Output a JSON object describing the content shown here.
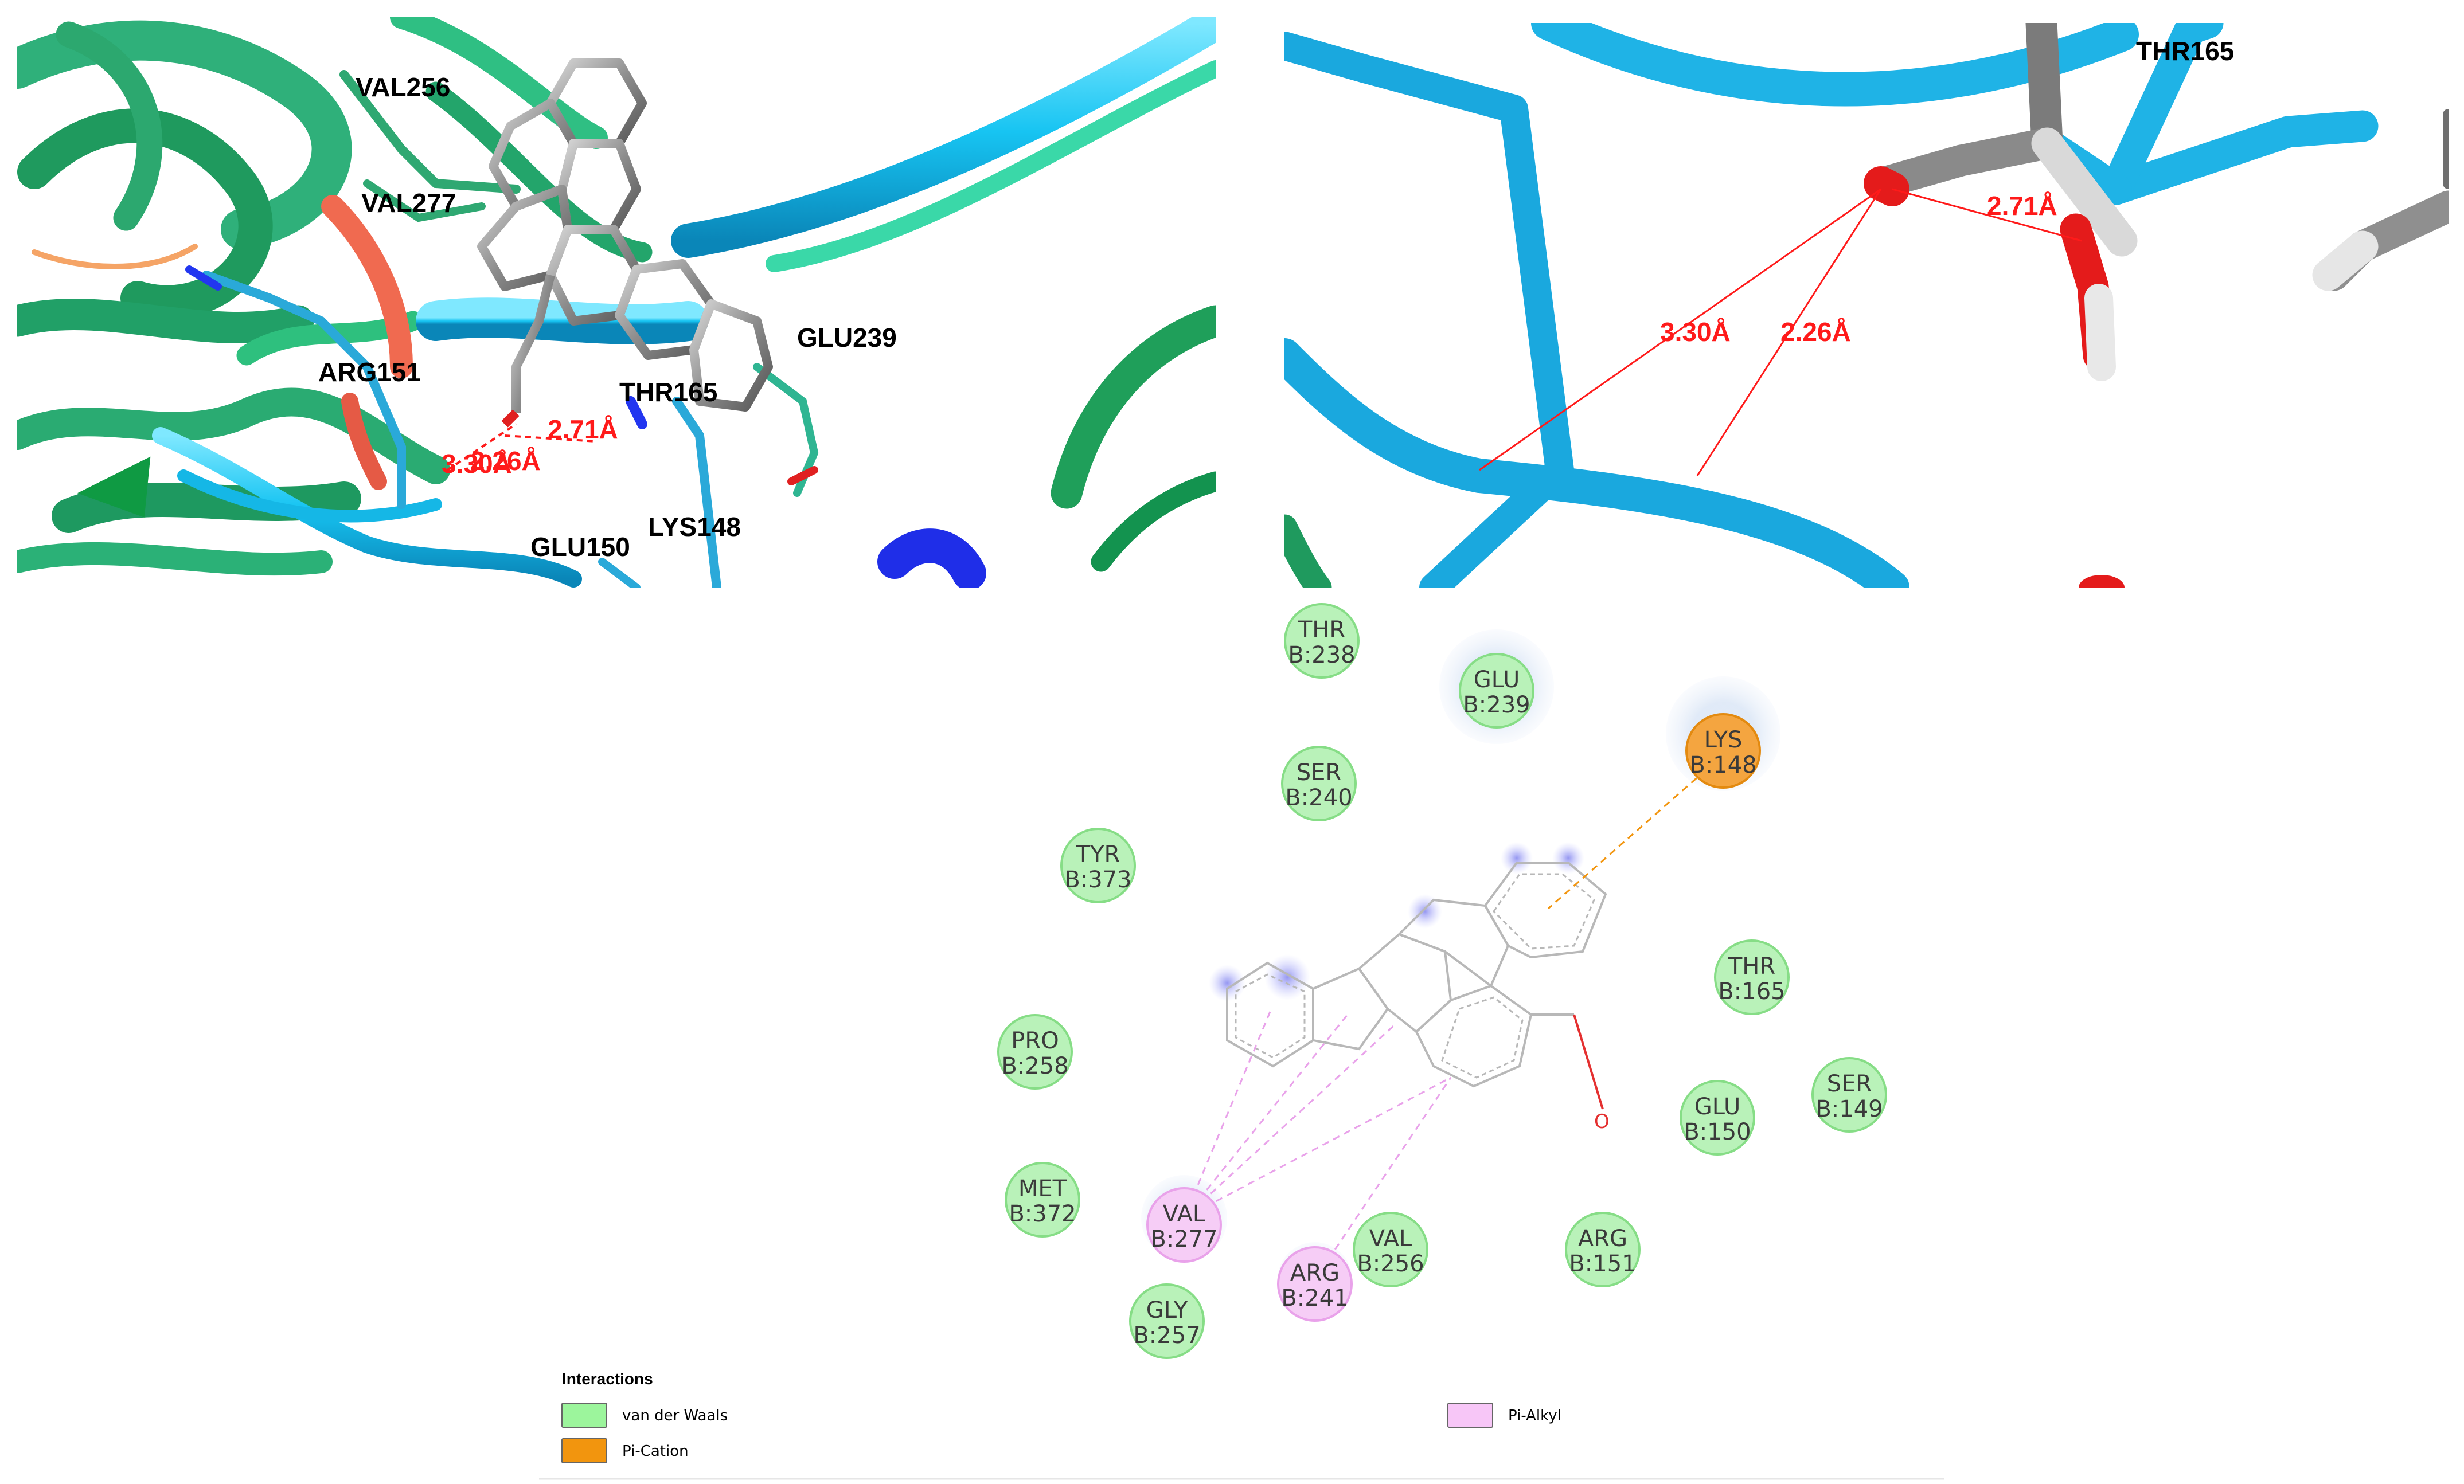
{
  "panel_a": {
    "residue_labels": [
      {
        "id": "val256",
        "text": "VAL256"
      },
      {
        "id": "val277",
        "text": "VAL277"
      },
      {
        "id": "arg151",
        "text": "ARG151"
      },
      {
        "id": "glu239",
        "text": "GLU239"
      },
      {
        "id": "thr165",
        "text": "THR165"
      },
      {
        "id": "lys148",
        "text": "LYS148"
      },
      {
        "id": "glu150",
        "text": "GLU150"
      }
    ],
    "distances": [
      "3.30Å",
      "2.26Å",
      "2.71Å"
    ]
  },
  "panel_b": {
    "residue_label": "THR165",
    "distances": [
      "2.71Å",
      "3.30Å",
      "2.26Å"
    ]
  },
  "interaction_map": {
    "residues": [
      {
        "id": "thr238",
        "name": "THR",
        "chain": "B:238",
        "type": "van der Waals"
      },
      {
        "id": "glu239",
        "name": "GLU",
        "chain": "B:239",
        "type": "van der Waals"
      },
      {
        "id": "lys148",
        "name": "LYS",
        "chain": "B:148",
        "type": "Pi-Cation"
      },
      {
        "id": "ser240",
        "name": "SER",
        "chain": "B:240",
        "type": "van der Waals"
      },
      {
        "id": "tyr373",
        "name": "TYR",
        "chain": "B:373",
        "type": "van der Waals"
      },
      {
        "id": "thr165",
        "name": "THR",
        "chain": "B:165",
        "type": "van der Waals"
      },
      {
        "id": "pro258",
        "name": "PRO",
        "chain": "B:258",
        "type": "van der Waals"
      },
      {
        "id": "ser149",
        "name": "SER",
        "chain": "B:149",
        "type": "van der Waals"
      },
      {
        "id": "glu150",
        "name": "GLU",
        "chain": "B:150",
        "type": "van der Waals"
      },
      {
        "id": "met372",
        "name": "MET",
        "chain": "B:372",
        "type": "van der Waals"
      },
      {
        "id": "val277",
        "name": "VAL",
        "chain": "B:277",
        "type": "Pi-Alkyl"
      },
      {
        "id": "val256",
        "name": "VAL",
        "chain": "B:256",
        "type": "van der Waals"
      },
      {
        "id": "arg151",
        "name": "ARG",
        "chain": "B:151",
        "type": "van der Waals"
      },
      {
        "id": "arg241",
        "name": "ARG",
        "chain": "B:241",
        "type": "Pi-Alkyl"
      },
      {
        "id": "gly257",
        "name": "GLY",
        "chain": "B:257",
        "type": "van der Waals"
      }
    ],
    "ligand_atom_label": "O"
  },
  "legend": {
    "title": "Interactions",
    "items": [
      {
        "label": "van der Waals",
        "color": "#9cf59c"
      },
      {
        "label": "Pi-Cation",
        "color": "#f2950e"
      },
      {
        "label": "Pi-Alkyl",
        "color": "#f7c6f7"
      }
    ]
  },
  "colors": {
    "vdw_fill": "#b9f2b9",
    "vdw_stroke": "#86dd86",
    "pication_fill": "#f4a540",
    "pication_stroke": "#e38a10",
    "pialkyl_fill": "#f6cdf6",
    "pialkyl_stroke": "#e9a2ea",
    "distance_red": "#ff1a1a"
  }
}
